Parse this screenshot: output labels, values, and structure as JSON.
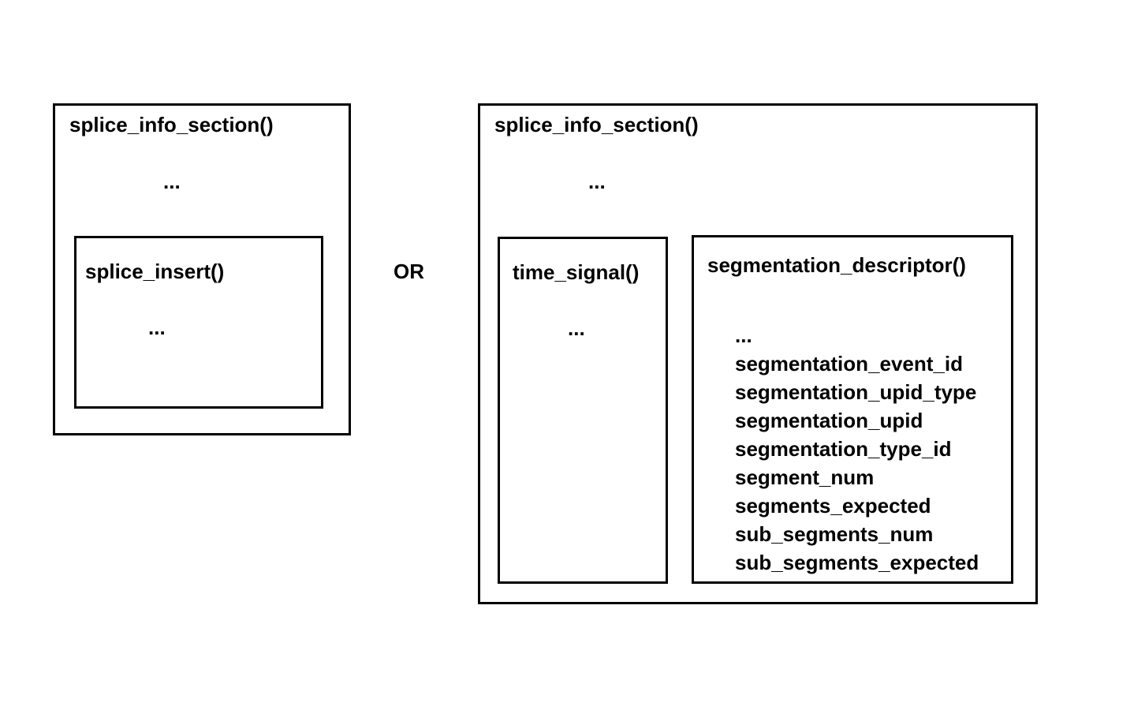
{
  "diagram": {
    "or_label": "OR",
    "left_section": {
      "title": "splice_info_section()",
      "ellipsis": "...",
      "splice_insert_box": {
        "title": "splice_insert()",
        "ellipsis": "..."
      }
    },
    "right_section": {
      "title": "splice_info_section()",
      "ellipsis": "...",
      "time_signal_box": {
        "title": "time_signal()",
        "ellipsis": "..."
      },
      "segmentation_descriptor_box": {
        "title": "segmentation_descriptor()",
        "ellipsis": "...",
        "fields": [
          "segmentation_event_id",
          "segmentation_upid_type",
          "segmentation_upid",
          "segmentation_type_id",
          "segment_num",
          "segments_expected",
          "sub_segments_num",
          "sub_segments_expected"
        ]
      }
    },
    "colors": {
      "background": "#ffffff",
      "border": "#000000",
      "text": "#000000"
    }
  }
}
